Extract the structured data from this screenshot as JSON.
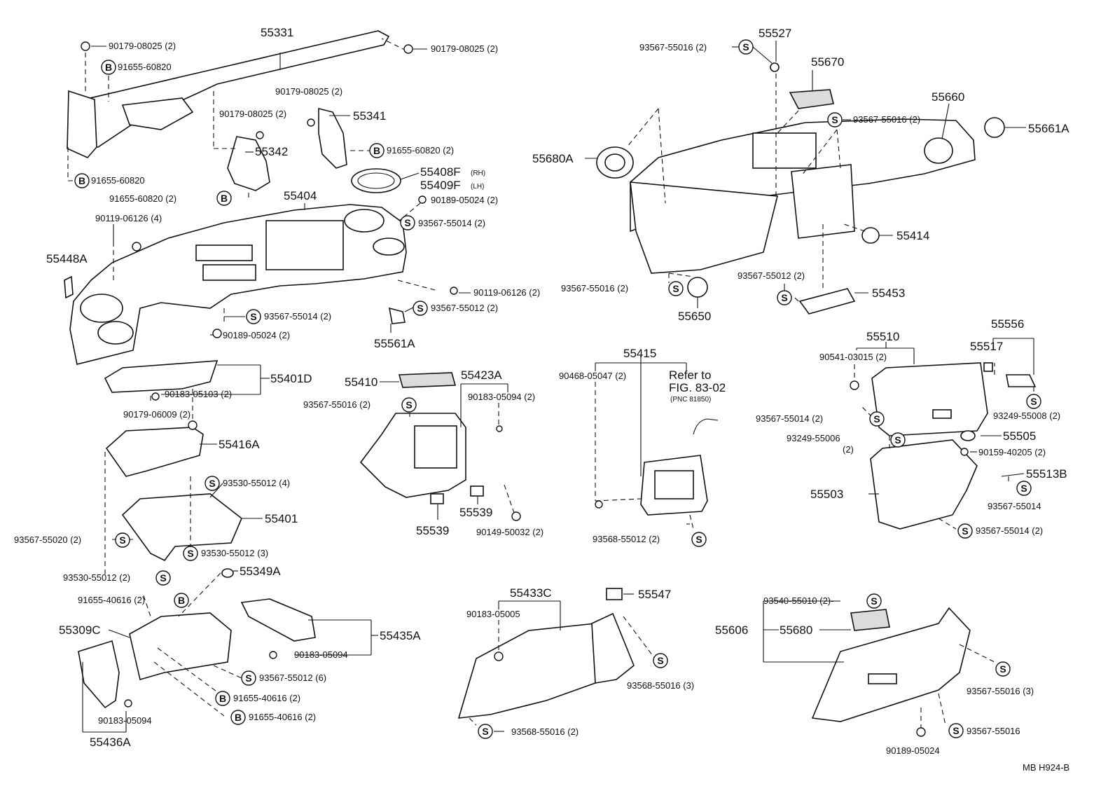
{
  "labels": {
    "p55331": "55331",
    "p90179_08025_a": "90179-08025 (2)",
    "p90179_08025_b": "90179-08025 (2)",
    "p91655_60820_a": "91655-60820",
    "p91655_60820_b": "91655-60820",
    "p90179_08025_c": "90179-08025 (2)",
    "p90179_08025_d": "90179-08025 (2)",
    "p55341": "55341",
    "p55342": "55342",
    "p91655_60820_c": "91655-60820 (2)",
    "p91655_60820_d": "91655-60820 (2)",
    "p55408F": "55408F",
    "p55408F_rh": "(RH)",
    "p55409F": "55409F",
    "p55409F_lh": "(LH)",
    "p55404": "55404",
    "p90189_05024_a": "90189-05024 (2)",
    "p93567_55014_a": "93567-55014 (2)",
    "p90119_06126_a": "90119-06126 (4)",
    "p55448A": "55448A",
    "p90119_06126_b": "90119-06126 (2)",
    "p93567_55012_a": "93567-55012 (2)",
    "p93567_55014_b": "93567-55014 (2)",
    "p90189_05024_b": "90189-05024 (2)",
    "p55561A": "55561A",
    "p55401D": "55401D",
    "p90183_05103": "90183-05103 (2)",
    "p90179_06009": "90179-06009 (2)",
    "p55416A": "55416A",
    "p93530_55012_a": "93530-55012 (4)",
    "p55401": "55401",
    "p93567_55020": "93567-55020 (2)",
    "p93530_55012_b": "93530-55012 (3)",
    "p93530_55012_c": "93530-55012 (2)",
    "p55349A": "55349A",
    "p91655_40616_a": "91655-40616 (2)",
    "p55309C": "55309C",
    "p55435A": "55435A",
    "p90183_05094_a": "90183-05094",
    "p93567_55012_b": "93567-55012 (6)",
    "p91655_40616_b": "91655-40616 (2)",
    "p91655_40616_c": "91655-40616 (2)",
    "p90183_05094_b": "90183-05094",
    "p55436A": "55436A",
    "p55410": "55410",
    "p55423A": "55423A",
    "p93567_55016_a": "93567-55016 (2)",
    "p90183_05094_c": "90183-05094 (2)",
    "p55539_a": "55539",
    "p55539_b": "55539",
    "p90149_50032": "90149-50032 (2)",
    "p55433C": "55433C",
    "p90183_05005": "90183-05005",
    "p55547": "55547",
    "p93568_55016_a": "93568-55016 (3)",
    "p93568_55016_b": "93568-55016 (2)",
    "p93567_55016_b": "93567-55016 (2)",
    "p55527": "55527",
    "p55670": "55670",
    "p55660": "55660",
    "p93567_55016_c": "93567-55016 (2)",
    "p55661A": "55661A",
    "p55680A": "55680A",
    "p55414": "55414",
    "p93567_55012_c": "93567-55012 (2)",
    "p93567_55016_d": "93567-55016 (2)",
    "p55453": "55453",
    "p55650": "55650",
    "p55415": "55415",
    "p90468_05047": "90468-05047 (2)",
    "refer_to": "Refer to",
    "fig": "FIG. 83-02",
    "pnc": "(PNC 81850)",
    "p93568_55012": "93568-55012 (2)",
    "p55510": "55510",
    "p55556": "55556",
    "p90541_03015": "90541-03015 (2)",
    "p55517": "55517",
    "p93567_55014_c": "93567-55014 (2)",
    "p93249_55008": "93249-55008 (2)",
    "p93249_55006": "93249-55006",
    "p93249_55006_qty": "(2)",
    "p55505": "55505",
    "p90159_40205": "90159-40205 (2)",
    "p55513B": "55513B",
    "p55503": "55503",
    "p93567_55014_d": "93567-55014",
    "p93567_55014_e": "93567-55014 (2)",
    "p93540_55010": "93540-55010 (2)-",
    "p55606": "55606",
    "p55680": "55680",
    "p93567_55016_e": "93567-55016 (3)",
    "p93567_55016_f": "93567-55016",
    "p90189_05024_c": "90189-05024",
    "footer": "MB  H924-B"
  },
  "symbols": {
    "s": "S",
    "b": "B"
  }
}
